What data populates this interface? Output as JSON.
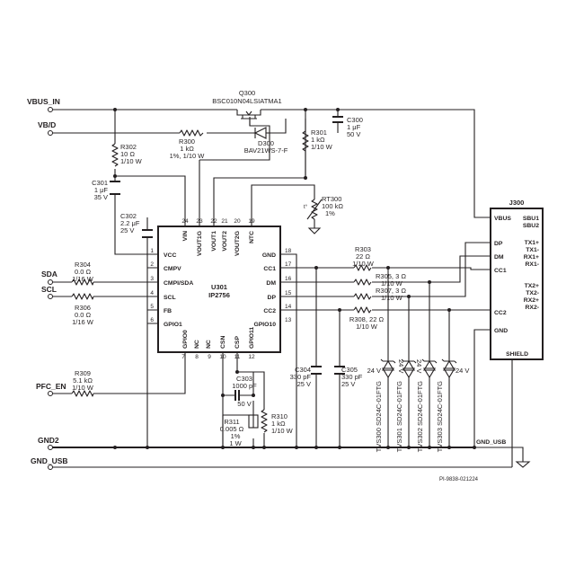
{
  "nets": {
    "vbus_in": "VBUS_IN",
    "vb_d": "VB/D",
    "sda": "SDA",
    "scl": "SCL",
    "pfc_en": "PFC_EN",
    "gnd2": "GND2",
    "gnd_usb": "GND_USB",
    "gnd_usb_right": "GND_USB"
  },
  "components": {
    "q300": {
      "ref": "Q300",
      "part": "BSC010N04LSIATMA1"
    },
    "r300": {
      "ref": "R300",
      "value": "1 kΩ",
      "spec": "1%, 1/10 W"
    },
    "d300": {
      "ref": "D300",
      "part": "BAV21WS-7-F"
    },
    "r301": {
      "ref": "R301",
      "value": "1 kΩ",
      "spec": "1/10 W"
    },
    "c300": {
      "ref": "C300",
      "value": "1 μF",
      "spec": "50 V"
    },
    "r302": {
      "ref": "R302",
      "value": "10 Ω",
      "spec": "1/10 W"
    },
    "c301": {
      "ref": "C301",
      "value": "1 μF",
      "spec": "35 V"
    },
    "c302": {
      "ref": "C302",
      "value": "2.2 μF",
      "spec": "25 V"
    },
    "rt300": {
      "ref": "RT300",
      "value": "100 kΩ",
      "spec": "1%",
      "glyph": "t°"
    },
    "r303": {
      "ref": "R303",
      "value": "22 Ω",
      "spec": "1/10 W"
    },
    "r305": {
      "ref": "R305, 3 Ω",
      "spec": "1/10 W"
    },
    "r307": {
      "ref": "R307, 3 Ω",
      "spec": "1/10 W"
    },
    "r308": {
      "ref": "R308, 22 Ω",
      "spec": "1/10 W"
    },
    "r304": {
      "ref": "R304",
      "value": "0.0 Ω",
      "spec": "1/16 W"
    },
    "r306": {
      "ref": "R306",
      "value": "0.0 Ω",
      "spec": "1/16 W"
    },
    "r309": {
      "ref": "R309",
      "value": "5.1 kΩ",
      "spec": "1/10 W"
    },
    "c303": {
      "ref": "C303",
      "value": "1000 pF",
      "spec": "50 V"
    },
    "r311": {
      "ref": "R311",
      "value": "0.005 Ω",
      "spec": "1%",
      "power": "1 W"
    },
    "r310": {
      "ref": "R310",
      "value": "1 kΩ",
      "spec": "1/10 W"
    },
    "c304": {
      "ref": "C304",
      "value": "330 pF",
      "spec": "25 V"
    },
    "c305": {
      "ref": "C305",
      "value": "330 pF",
      "spec": "25 V"
    },
    "tvs300": {
      "ref": "TVS300 SD24C-01FTG",
      "voltage": "24 V"
    },
    "tvs301": {
      "ref": "TVS301 SD24C-01FTG",
      "voltage": "24 V"
    },
    "tvs302": {
      "ref": "TVS302 SD24C-01FTG",
      "voltage": "24 V"
    },
    "tvs303": {
      "ref": "TVS303 SD24C-01FTG",
      "voltage": "24 V"
    }
  },
  "u301": {
    "ref": "U301",
    "part": "IP2756",
    "left_pins": [
      {
        "num": "1",
        "name": "VCC"
      },
      {
        "num": "2",
        "name": "CMPV"
      },
      {
        "num": "3",
        "name": "CMPI/SDA"
      },
      {
        "num": "4",
        "name": "SCL"
      },
      {
        "num": "5",
        "name": "FB"
      },
      {
        "num": "6",
        "name": "GPIO1"
      }
    ],
    "right_pins": [
      {
        "num": "18",
        "name": "GND"
      },
      {
        "num": "17",
        "name": "CC1"
      },
      {
        "num": "16",
        "name": "DM"
      },
      {
        "num": "15",
        "name": "DP"
      },
      {
        "num": "14",
        "name": "CC2"
      },
      {
        "num": "13",
        "name": "GPIO10"
      }
    ],
    "top_pins": [
      {
        "num": "24",
        "name": "VIN"
      },
      {
        "num": "23",
        "name": "VOUT1G"
      },
      {
        "num": "22",
        "name": "VOUT1"
      },
      {
        "num": "21",
        "name": "VOUT2"
      },
      {
        "num": "20",
        "name": "VOUT2G"
      },
      {
        "num": "19",
        "name": "NTC"
      }
    ],
    "bottom_pins": [
      {
        "num": "7",
        "name": "GPIO0"
      },
      {
        "num": "8",
        "name": "NC"
      },
      {
        "num": "9",
        "name": "NC"
      },
      {
        "num": "10",
        "name": "CSN"
      },
      {
        "num": "11",
        "name": "CSP"
      },
      {
        "num": "12",
        "name": "GPIO11"
      }
    ]
  },
  "j300": {
    "ref": "J300",
    "left_pins": [
      "VBUS",
      "DP",
      "DM",
      "CC1",
      "CC2",
      "GND"
    ],
    "right_pins": [
      "SBU1",
      "SBU2",
      "TX1+",
      "TX1-",
      "RX1+",
      "RX1-",
      "TX2+",
      "TX2-",
      "RX2+",
      "RX2-"
    ],
    "shield": "SHIELD"
  },
  "footer": {
    "drawing_id": "PI-9838-021224"
  }
}
